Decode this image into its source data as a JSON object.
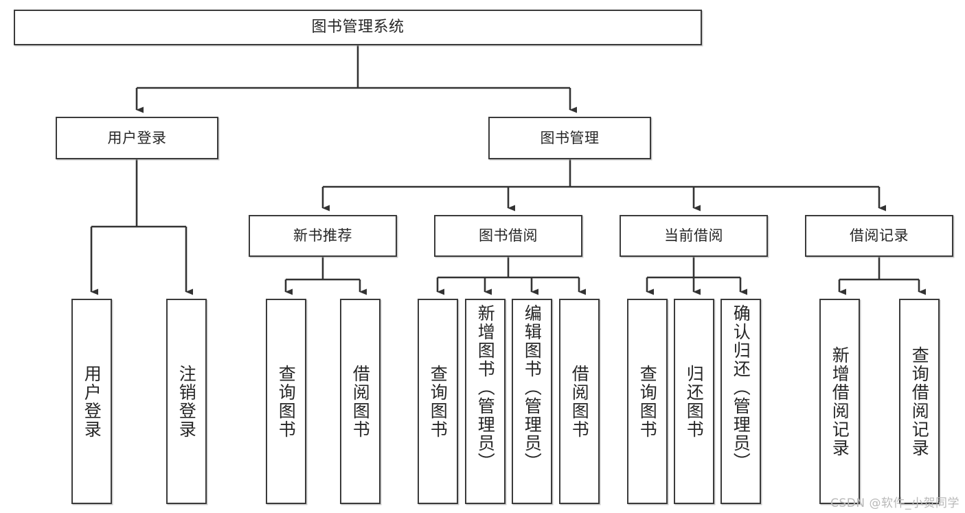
{
  "diagram": {
    "type": "tree-hierarchy",
    "title": "图书管理系统",
    "orientation": "top-down",
    "colors": {
      "box_border": "#3a3a3a",
      "box_fill": "#ffffff",
      "connector": "#333333",
      "text": "#262626",
      "watermark": "#b9b9b9"
    },
    "root": {
      "label": "图书管理系统"
    },
    "level2": [
      {
        "label": "用户登录"
      },
      {
        "label": "图书管理"
      }
    ],
    "level3": [
      {
        "label": "新书推荐"
      },
      {
        "label": "图书借阅"
      },
      {
        "label": "当前借阅"
      },
      {
        "label": "借阅记录"
      }
    ],
    "leaves": {
      "user_login": [
        {
          "label": "用户登录"
        },
        {
          "label": "注销登录"
        }
      ],
      "new_book_recommend": [
        {
          "label": "查询图书"
        },
        {
          "label": "借阅图书"
        }
      ],
      "book_borrow": [
        {
          "label": "查询图书"
        },
        {
          "label": "新增图书（管理员）"
        },
        {
          "label": "编辑图书（管理员）"
        },
        {
          "label": "借阅图书"
        }
      ],
      "current_borrow": [
        {
          "label": "查询图书"
        },
        {
          "label": "归还图书"
        },
        {
          "label": "确认归还（管理员）"
        }
      ],
      "borrow_record": [
        {
          "label": "新增借阅记录"
        },
        {
          "label": "查询借阅记录"
        }
      ]
    }
  },
  "watermark": {
    "text": "CSDN @软件_小贺同学"
  }
}
